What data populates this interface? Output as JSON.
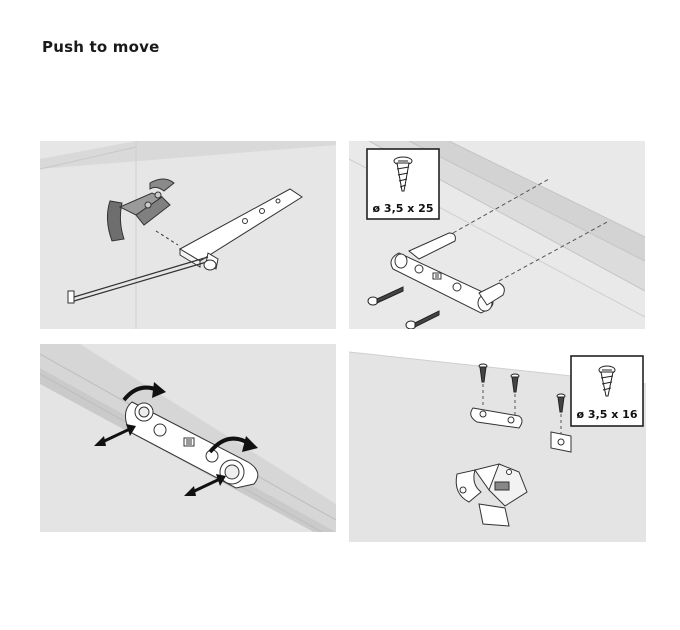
{
  "page": {
    "title": "Push to move"
  },
  "panels": [
    {
      "id": "step-1",
      "illustration": "hinge-with-arm"
    },
    {
      "id": "step-2",
      "illustration": "mounting-plate-screws",
      "screw_label": "ø 3,5 x 25",
      "icon": "screw-icon"
    },
    {
      "id": "step-3",
      "illustration": "adjusting-plate-rotate",
      "icon": "rotate-arrows-icon"
    },
    {
      "id": "step-4",
      "illustration": "hinge-plate-screws",
      "screw_label": "ø 3,5 x 16",
      "icon": "screw-icon"
    }
  ]
}
